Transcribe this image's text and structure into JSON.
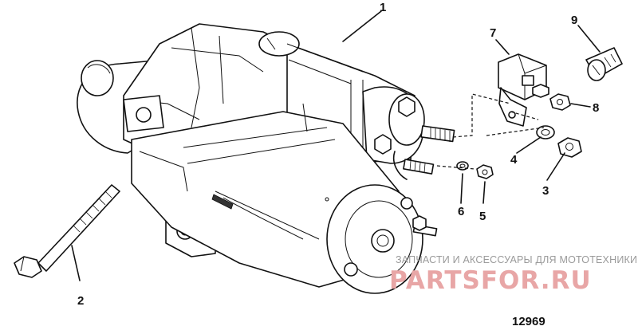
{
  "callouts": [
    {
      "id": "1",
      "label": "1"
    },
    {
      "id": "2",
      "label": "2"
    },
    {
      "id": "3",
      "label": "3"
    },
    {
      "id": "4",
      "label": "4"
    },
    {
      "id": "5",
      "label": "5"
    },
    {
      "id": "6",
      "label": "6"
    },
    {
      "id": "7",
      "label": "7"
    },
    {
      "id": "8",
      "label": "8"
    },
    {
      "id": "9",
      "label": "9"
    }
  ],
  "figure_number": "12969",
  "watermark": {
    "tagline": "ЗАПЧАСТИ И АКСЕССУАРЫ ДЛЯ МОТОТЕХНИКИ",
    "brand": "PARTSFOR.RU"
  },
  "colors": {
    "line": "#111111",
    "watermark_text": "#9a9a9a",
    "watermark_brand": "#e8a6a6"
  }
}
